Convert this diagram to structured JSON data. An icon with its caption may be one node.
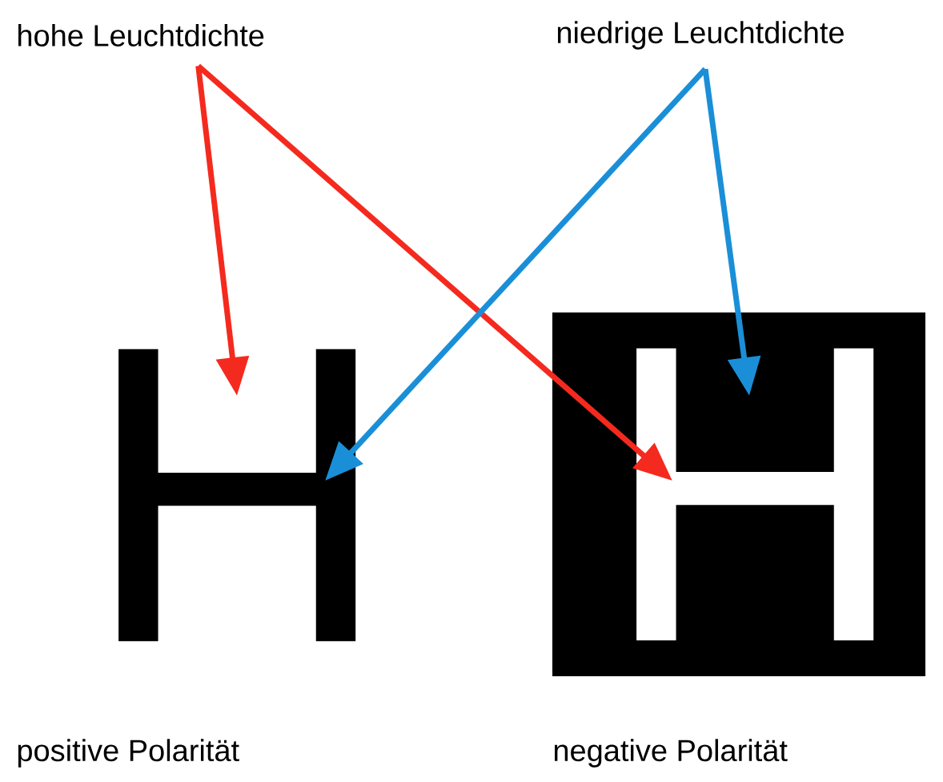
{
  "diagram": {
    "nodes": [
      {
        "text": [
          "hohe Leuchtdichte"
        ]
      },
      {
        "text": [
          "niedrige Leuchtdichte"
        ]
      },
      {
        "text": [
          "H"
        ],
        "beside": [
          "positive Polarität"
        ]
      },
      {
        "text": [
          "H"
        ],
        "beside": [
          "negative Polarität"
        ]
      }
    ],
    "edges": [
      {
        "from": 0,
        "to": 2,
        "arrow": "to",
        "color": "#f42a1e"
      },
      {
        "from": 0,
        "to": 3,
        "arrow": "to",
        "color": "#f42a1e"
      },
      {
        "from": 1,
        "to": 3,
        "arrow": "to",
        "color": "#1a8fd8"
      },
      {
        "from": 1,
        "to": 2,
        "arrow": "to",
        "color": "#1a8fd8"
      }
    ]
  }
}
